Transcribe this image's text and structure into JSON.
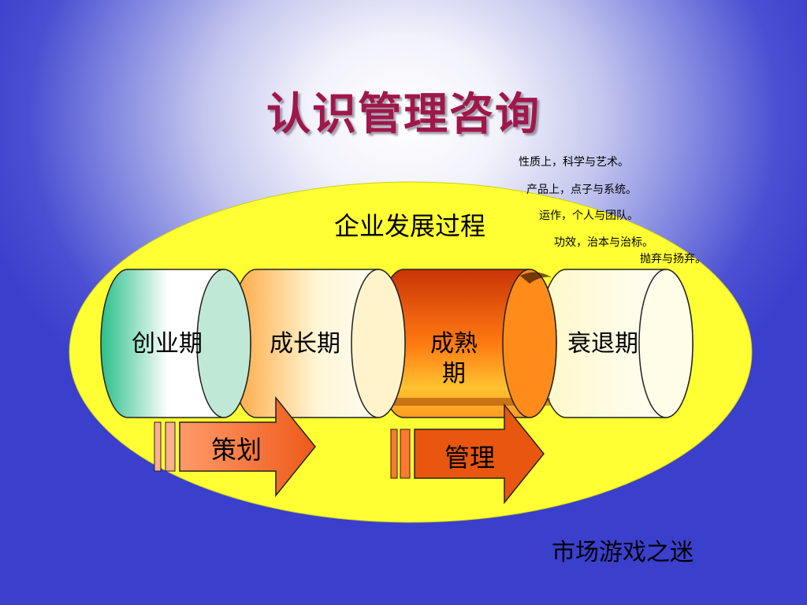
{
  "title": "认识管理咨询",
  "process_title": "企业发展过程",
  "notes": [
    "性质上，科学与艺术。",
    "产品上，点子与系统。",
    "运作，个人与团队。",
    "功效，治本与治标。",
    "抛弃与扬弃。"
  ],
  "stages": [
    {
      "label": "创业期"
    },
    {
      "label": "成长期"
    },
    {
      "label": "成熟\n期"
    },
    {
      "label": "衰退期"
    }
  ],
  "arrows": [
    {
      "label": "策划"
    },
    {
      "label": "管理"
    }
  ],
  "bottom_text": "市场游戏之迷",
  "colors": {
    "title": "#a0174a",
    "ellipse": "#ffff33",
    "stage1": "#2bbf8a",
    "stage2": "#ffa53a",
    "stage3": "#e45a10",
    "stage4": "#fff7b0",
    "arrow": "#f26a2a"
  }
}
